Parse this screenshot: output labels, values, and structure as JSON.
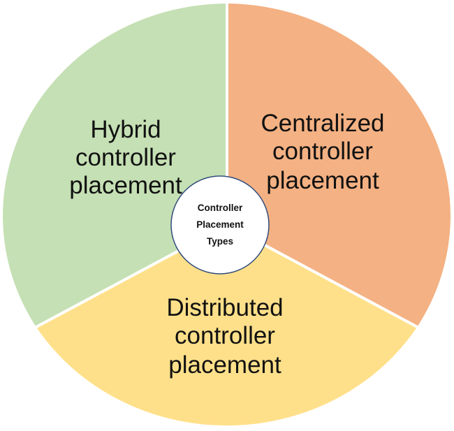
{
  "diagram": {
    "center": {
      "lines": [
        "Controller",
        "Placement",
        "Types"
      ]
    },
    "segments": [
      {
        "id": "centralized",
        "lines": [
          "Centralized",
          "controller",
          "placement"
        ],
        "color": "#f4b183"
      },
      {
        "id": "distributed",
        "lines": [
          "Distributed",
          "controller",
          "placement"
        ],
        "color": "#ffe08a"
      },
      {
        "id": "hybrid",
        "lines": [
          "Hybrid",
          "controller",
          "placement"
        ],
        "color": "#c5e0b4"
      }
    ],
    "colors": {
      "separator": "#ffffff",
      "center_fill": "#ffffff",
      "center_stroke": "#2f4b7c"
    }
  }
}
